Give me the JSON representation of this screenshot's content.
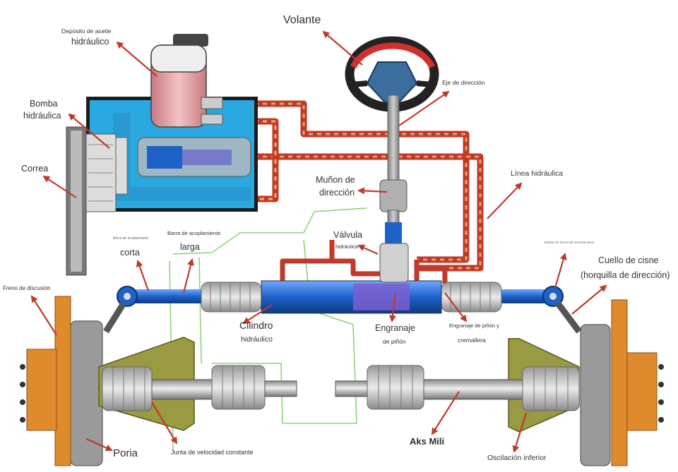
{
  "labels": {
    "volante": "Volante",
    "deposito_line1": "Depósito de aceite",
    "deposito_line2": "hidráulico",
    "eje_direccion": "Eje de dirección",
    "bomba_line1": "Bomba",
    "bomba_line2": "hidráulica",
    "correa": "Correa",
    "linea_hidraulica": "Línea hidráulica",
    "munon_line1": "Muñon de",
    "munon_line2": "dirección",
    "barra_corta_small": "Barra de acoplamiento",
    "barra_corta": "corta",
    "barra_larga_small": "Barra de acoplamiento",
    "barra_larga": "larga",
    "valvula": "Válvula",
    "valvula_small": "hidráulica",
    "tiny_right": "Bobina de fuerza de accionamiento",
    "cuello_line1": "Cuello de cisne",
    "cuello_line2": "(horquilla de dirección)",
    "freno": "Freno de discusión",
    "cilindro_line1": "Cilindro",
    "cilindro_line2": "hidráulico",
    "engranaje_line1": "Engranaje",
    "engranaje_line2": "de piñón",
    "pinon_line1": "Engranaje de piñón y",
    "pinon_line2": "cremallera",
    "poria": "Poria",
    "junta": "Junta de velocidad constante",
    "aks": "Aks Mili",
    "oscilacion": "Oscilación inferior"
  },
  "colors": {
    "arrow": "#c0392b",
    "hydraulic_line": "#d9503a",
    "flow_arrow": "#f39c12",
    "pump_body": "#29a9e0",
    "reservoir": "#e7a3a8",
    "steering_wheel": "#d32f2f",
    "shaft": "#9e9e9e",
    "rack_blue": "#1e62c8",
    "boot": "#c8c8c8",
    "wheel_hub": "#e08a2e",
    "control_arm": "#8a8a3c",
    "green_line": "#8fd37a"
  }
}
